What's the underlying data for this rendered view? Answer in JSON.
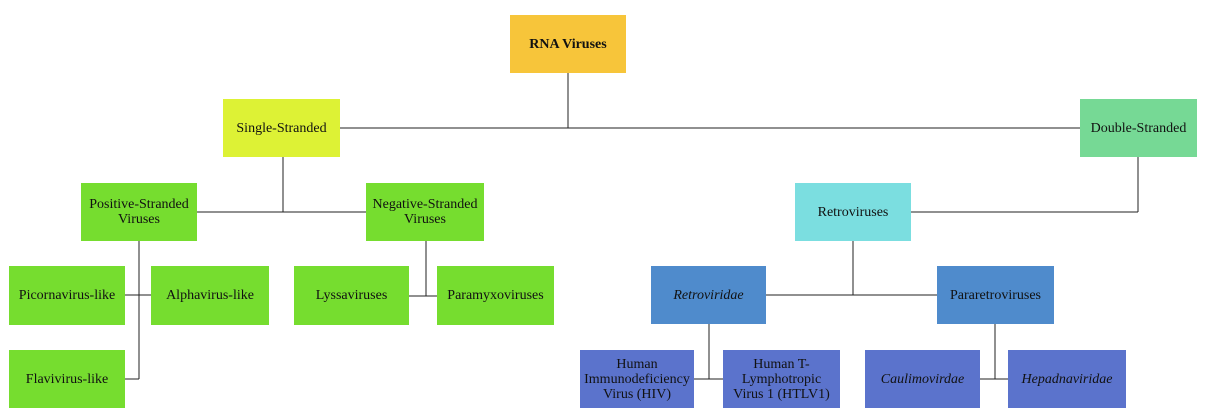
{
  "diagram": {
    "root": "RNA Viruses",
    "single": "Single-Stranded",
    "double": "Double-Stranded",
    "positive": "Positive-Stranded Viruses",
    "negative": "Negative-Stranded Viruses",
    "picorna": "Picornavirus-like",
    "alpha": "Alphavirus-like",
    "flavi": "Flavivirus-like",
    "lyssa": "Lyssaviruses",
    "paramyxo": "Paramyxoviruses",
    "retroviruses": "Retroviruses",
    "retroviridae": "Retroviridae",
    "pararetro": "Pararetroviruses",
    "hiv": "Human Immunodeficiency Virus (HIV)",
    "htlv": "Human T-Lymphotropic Virus 1 (HTLV1)",
    "caulimo": "Caulimovirdae",
    "hepadna": "Hepadnaviridae"
  },
  "colors": {
    "root": "#f7c53a",
    "single_stranded": "#ddf235",
    "double_stranded": "#76d995",
    "green_nodes": "#76dd2f",
    "retroviruses": "#7bdee0",
    "blue_nodes": "#4f8bcc",
    "dark_blue_nodes": "#5b73cc"
  }
}
